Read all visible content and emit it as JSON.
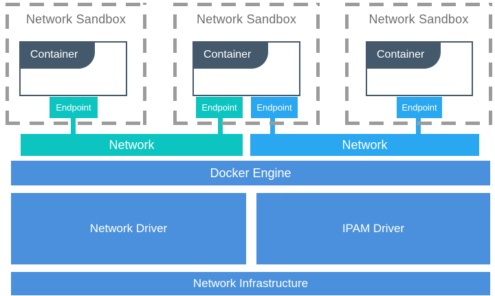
{
  "colors": {
    "teal": "#0CC5C0",
    "bright_blue": "#29A7F0",
    "engine_blue": "#4A90DC",
    "slate": "#44596C",
    "dash_gray": "#9B9B9B",
    "label_gray": "#6E6E6E"
  },
  "sandboxes": [
    {
      "title": "Network Sandbox",
      "container_label": "Container",
      "endpoints": [
        {
          "label": "Endpoint",
          "network": "teal"
        }
      ]
    },
    {
      "title": "Network Sandbox",
      "container_label": "Container",
      "endpoints": [
        {
          "label": "Endpoint",
          "network": "teal"
        },
        {
          "label": "Endpoint",
          "network": "blue"
        }
      ]
    },
    {
      "title": "Network Sandbox",
      "container_label": "Container",
      "endpoints": [
        {
          "label": "Endpoint",
          "network": "blue"
        }
      ]
    }
  ],
  "networks": [
    {
      "label": "Network",
      "color": "teal"
    },
    {
      "label": "Network",
      "color": "blue"
    }
  ],
  "engine": {
    "label": "Docker Engine"
  },
  "drivers": [
    {
      "label": "Network Driver"
    },
    {
      "label": "IPAM Driver"
    }
  ],
  "infrastructure": {
    "label": "Network Infrastructure"
  }
}
